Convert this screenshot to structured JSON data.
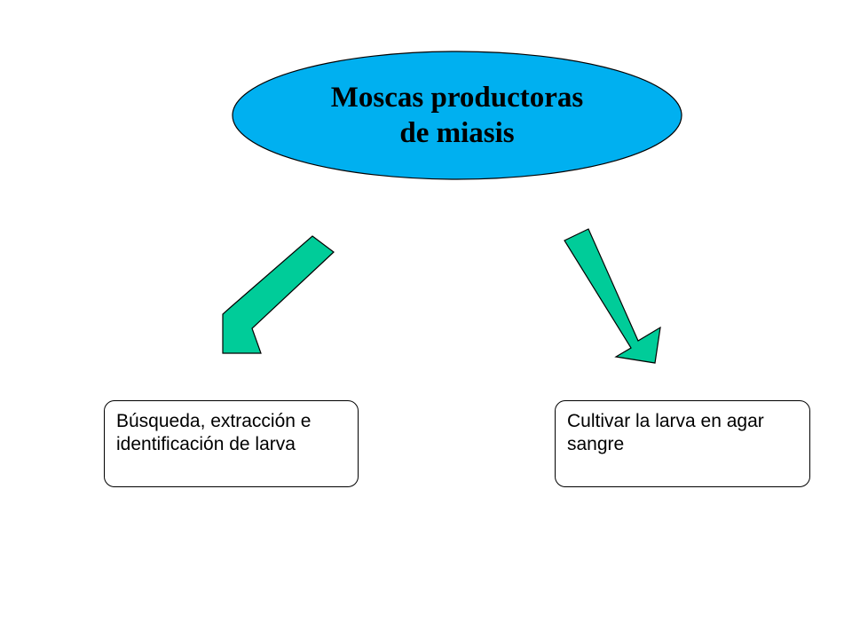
{
  "diagram": {
    "title": {
      "line1": "Moscas productoras",
      "line2": "de miasis"
    },
    "nodes": [
      {
        "id": "left",
        "text": "Búsqueda, extracción e identificación de larva"
      },
      {
        "id": "right",
        "text": "Cultivar la larva en agar sangre"
      }
    ]
  },
  "colors": {
    "ellipse_fill": "#00B0F0",
    "arrow_fill": "#00CC99",
    "stroke": "#000000",
    "background": "#FFFFFF"
  }
}
